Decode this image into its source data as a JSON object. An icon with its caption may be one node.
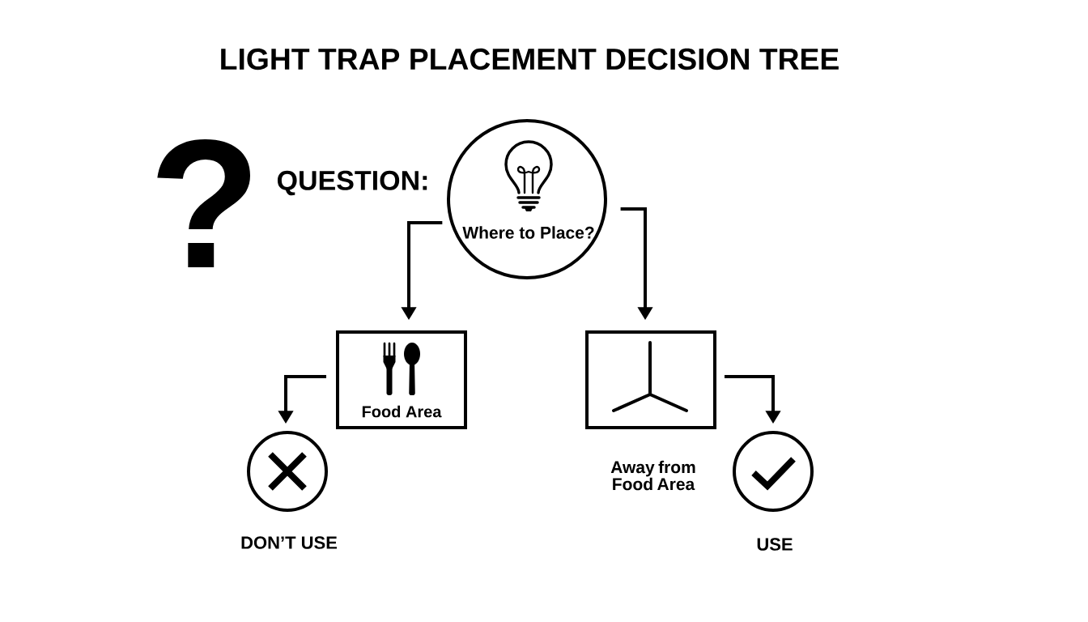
{
  "diagram": {
    "title": "LIGHT TRAP PLACEMENT DECISION TREE",
    "nodes": [
      {
        "text": [
          "Where to Place?"
        ],
        "beside": [
          "QUESTION:"
        ]
      },
      {
        "text": [
          "Food Area"
        ]
      },
      {
        "text": [
          "Away from Food Area"
        ]
      },
      {
        "text": [
          "DON’T USE"
        ]
      },
      {
        "text": [
          "USE"
        ]
      }
    ],
    "edges": [
      {
        "from": 0,
        "to": 1,
        "arrow": "to"
      },
      {
        "from": 0,
        "to": 2,
        "arrow": "to"
      },
      {
        "from": 1,
        "to": 3,
        "arrow": "to"
      },
      {
        "from": 2,
        "to": 4,
        "arrow": "to"
      }
    ],
    "labels": [
      "?"
    ]
  }
}
